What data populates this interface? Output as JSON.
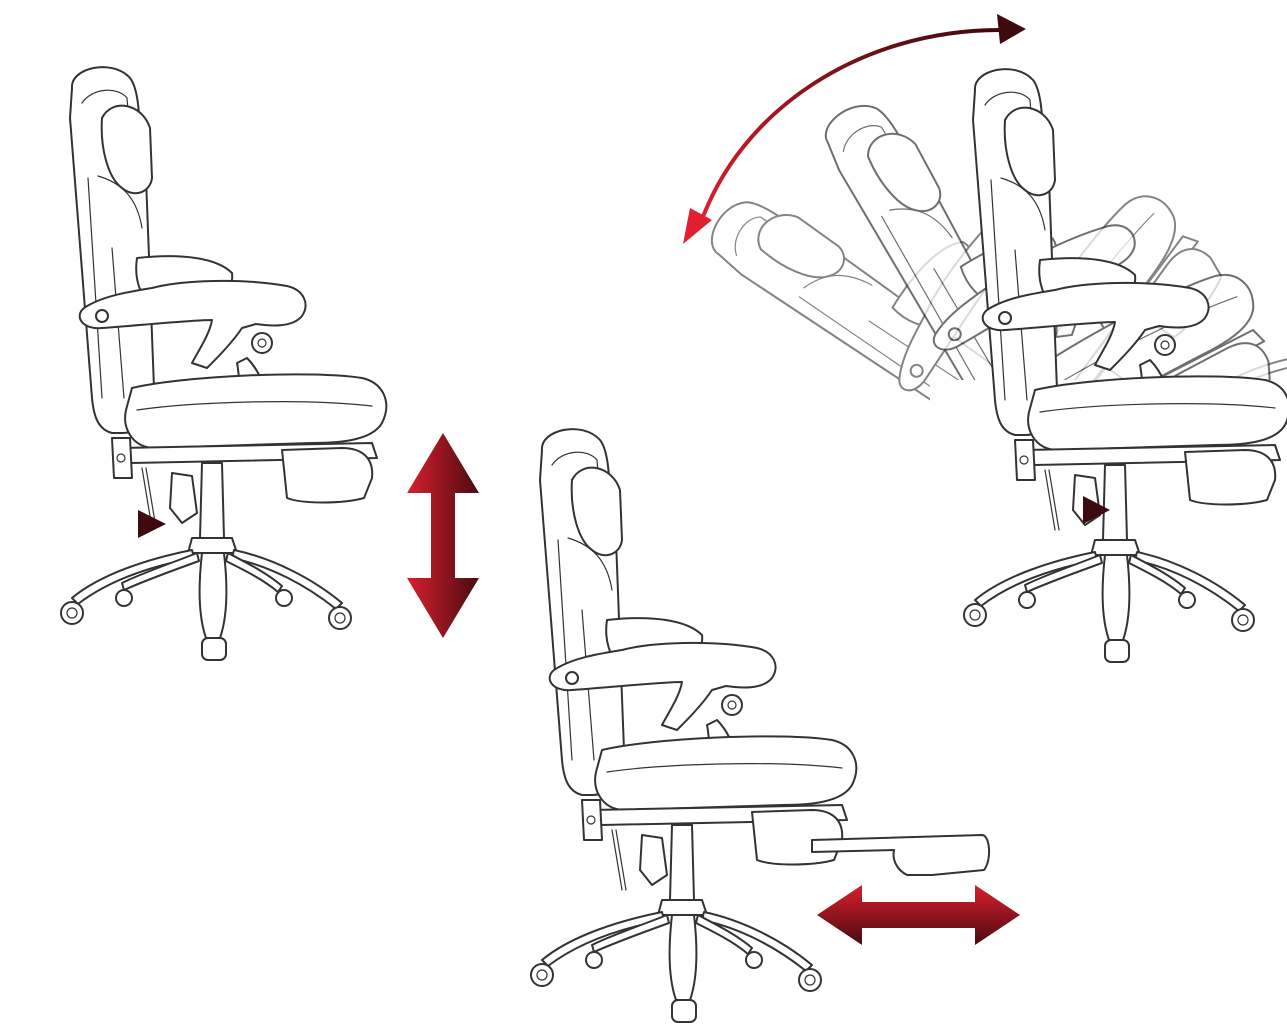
{
  "colors": {
    "background": "#ffffff",
    "line_art": "#333333",
    "arrow_gradient_start": "#8b1118",
    "arrow_gradient_mid": "#d91f2e",
    "arrow_gradient_end": "#4a0a10",
    "ghost_line_art": "#cfcfcf"
  },
  "panels": [
    {
      "name": "height-adjustment",
      "icon": "double-arrow-vertical-icon",
      "lever_arrow": "arrow-right-icon"
    },
    {
      "name": "footrest-extension",
      "icon": "double-arrow-horizontal-icon"
    },
    {
      "name": "backrest-recline",
      "icon": "curved-double-arrow-icon",
      "lever_arrow": "arrow-right-icon"
    }
  ]
}
